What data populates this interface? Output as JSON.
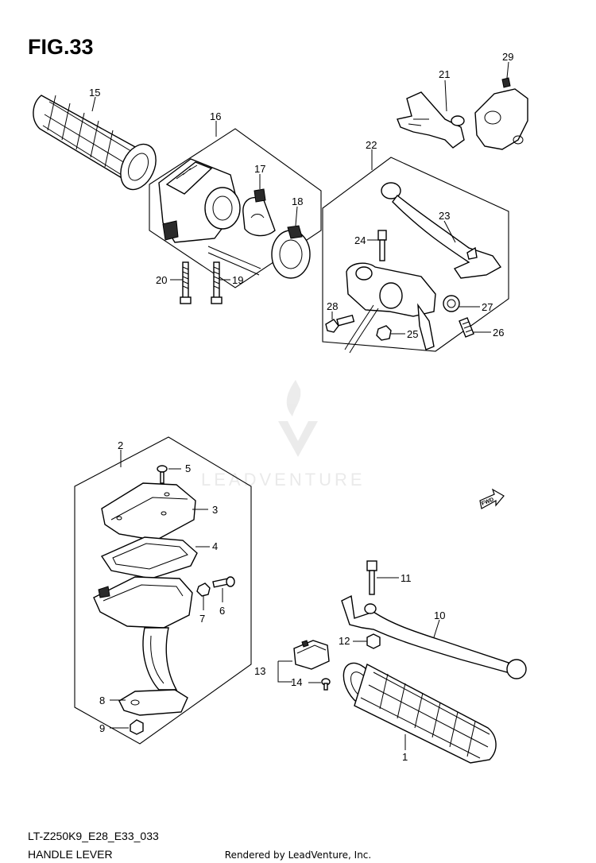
{
  "figure": {
    "title": "FIG.33",
    "code": "LT-Z250K9_E28_E33_033",
    "caption": "HANDLE LEVER",
    "rendered_by": "Rendered by LeadVenture, Inc."
  },
  "watermark": {
    "text": "LEADVENTURE"
  },
  "fwd_label": "FWD",
  "callouts": {
    "c1": "1",
    "c2": "2",
    "c3": "3",
    "c4": "4",
    "c5": "5",
    "c6": "6",
    "c7": "7",
    "c8": "8",
    "c9": "9",
    "c10": "10",
    "c11": "11",
    "c12": "12",
    "c13": "13",
    "c14": "14",
    "c15": "15",
    "c16": "16",
    "c17": "17",
    "c18": "18",
    "c19": "19",
    "c20": "20",
    "c21": "21",
    "c22": "22",
    "c23": "23",
    "c24": "24",
    "c25": "25",
    "c26": "26",
    "c27": "27",
    "c28": "28",
    "c29": "29"
  }
}
